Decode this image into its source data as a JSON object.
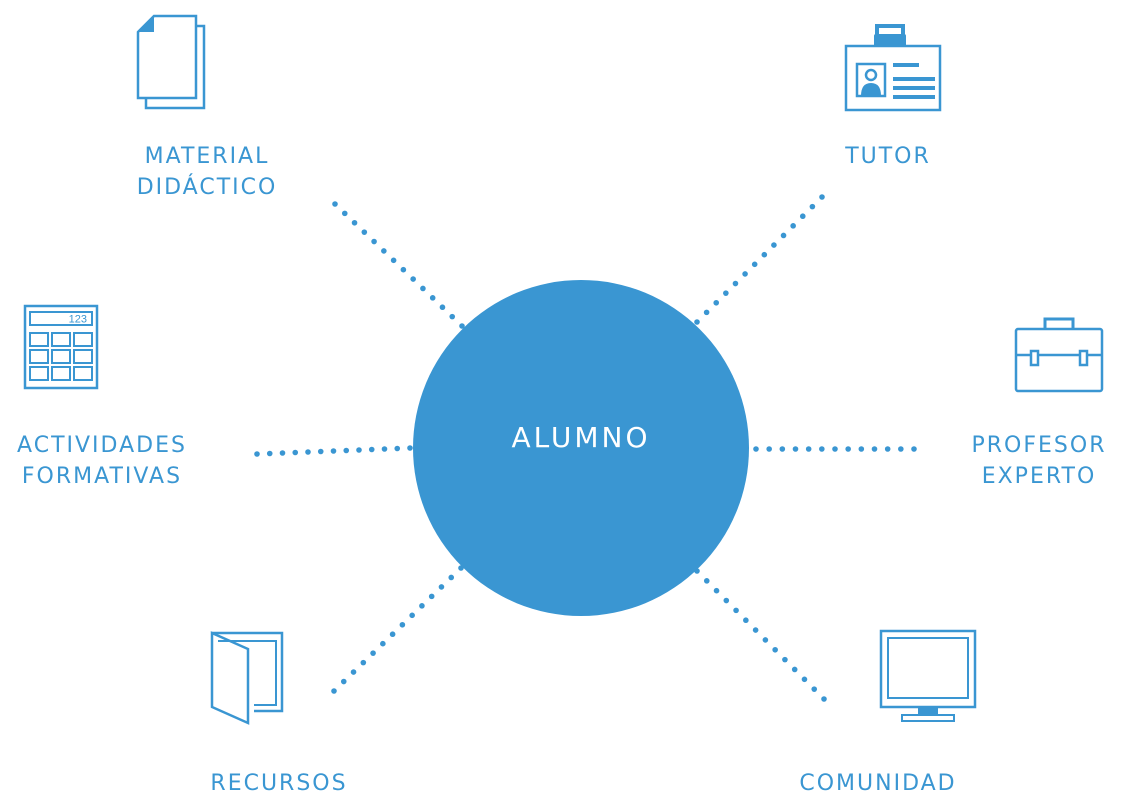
{
  "center": {
    "label": "ALUMNO"
  },
  "nodes": {
    "material": {
      "line1": "MATERIAL",
      "line2": "DIDÁCTICO",
      "icon": "documents-icon"
    },
    "tutor": {
      "line1": "TUTOR",
      "icon": "id-badge-icon"
    },
    "actividades": {
      "line1": "ACTIVIDADES",
      "line2": "FORMATIVAS",
      "icon": "calculator-icon",
      "icon_text": "123"
    },
    "profesor": {
      "line1": "PROFESOR",
      "line2": "EXPERTO",
      "icon": "briefcase-icon"
    },
    "recursos": {
      "line1": "RECURSOS",
      "icon": "folder-icon"
    },
    "comunidad": {
      "line1": "COMUNIDAD",
      "icon": "monitor-icon"
    }
  },
  "colors": {
    "accent": "#3a96d2",
    "background": "#ffffff"
  }
}
